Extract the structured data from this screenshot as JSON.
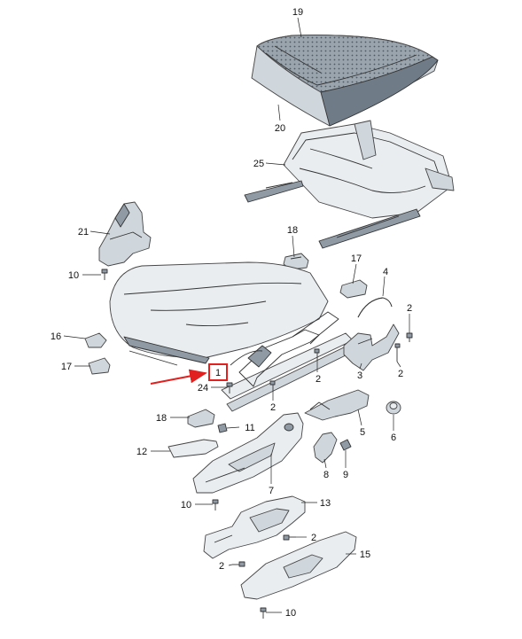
{
  "diagram": {
    "highlight_color": "#e0211f",
    "callouts": [
      {
        "id": "c19",
        "text": "19"
      },
      {
        "id": "c20",
        "text": "20"
      },
      {
        "id": "c25",
        "text": "25"
      },
      {
        "id": "c21",
        "text": "21"
      },
      {
        "id": "c18a",
        "text": "18"
      },
      {
        "id": "c10a",
        "text": "10"
      },
      {
        "id": "c17a",
        "text": "17"
      },
      {
        "id": "c4",
        "text": "4"
      },
      {
        "id": "c2a",
        "text": "2"
      },
      {
        "id": "c16",
        "text": "16"
      },
      {
        "id": "c17b",
        "text": "17"
      },
      {
        "id": "c2b",
        "text": "2"
      },
      {
        "id": "c3",
        "text": "3"
      },
      {
        "id": "c2c",
        "text": "2"
      },
      {
        "id": "c1",
        "text": "1"
      },
      {
        "id": "c24",
        "text": "24"
      },
      {
        "id": "c2d",
        "text": "2"
      },
      {
        "id": "c18b",
        "text": "18"
      },
      {
        "id": "c11",
        "text": "11"
      },
      {
        "id": "c5",
        "text": "5"
      },
      {
        "id": "c6",
        "text": "6"
      },
      {
        "id": "c12",
        "text": "12"
      },
      {
        "id": "c8",
        "text": "8"
      },
      {
        "id": "c9",
        "text": "9"
      },
      {
        "id": "c7",
        "text": "7"
      },
      {
        "id": "c10b",
        "text": "10"
      },
      {
        "id": "c13",
        "text": "13"
      },
      {
        "id": "c2e",
        "text": "2"
      },
      {
        "id": "c15",
        "text": "15"
      },
      {
        "id": "c2f",
        "text": "2"
      },
      {
        "id": "c10c",
        "text": "10"
      }
    ]
  }
}
